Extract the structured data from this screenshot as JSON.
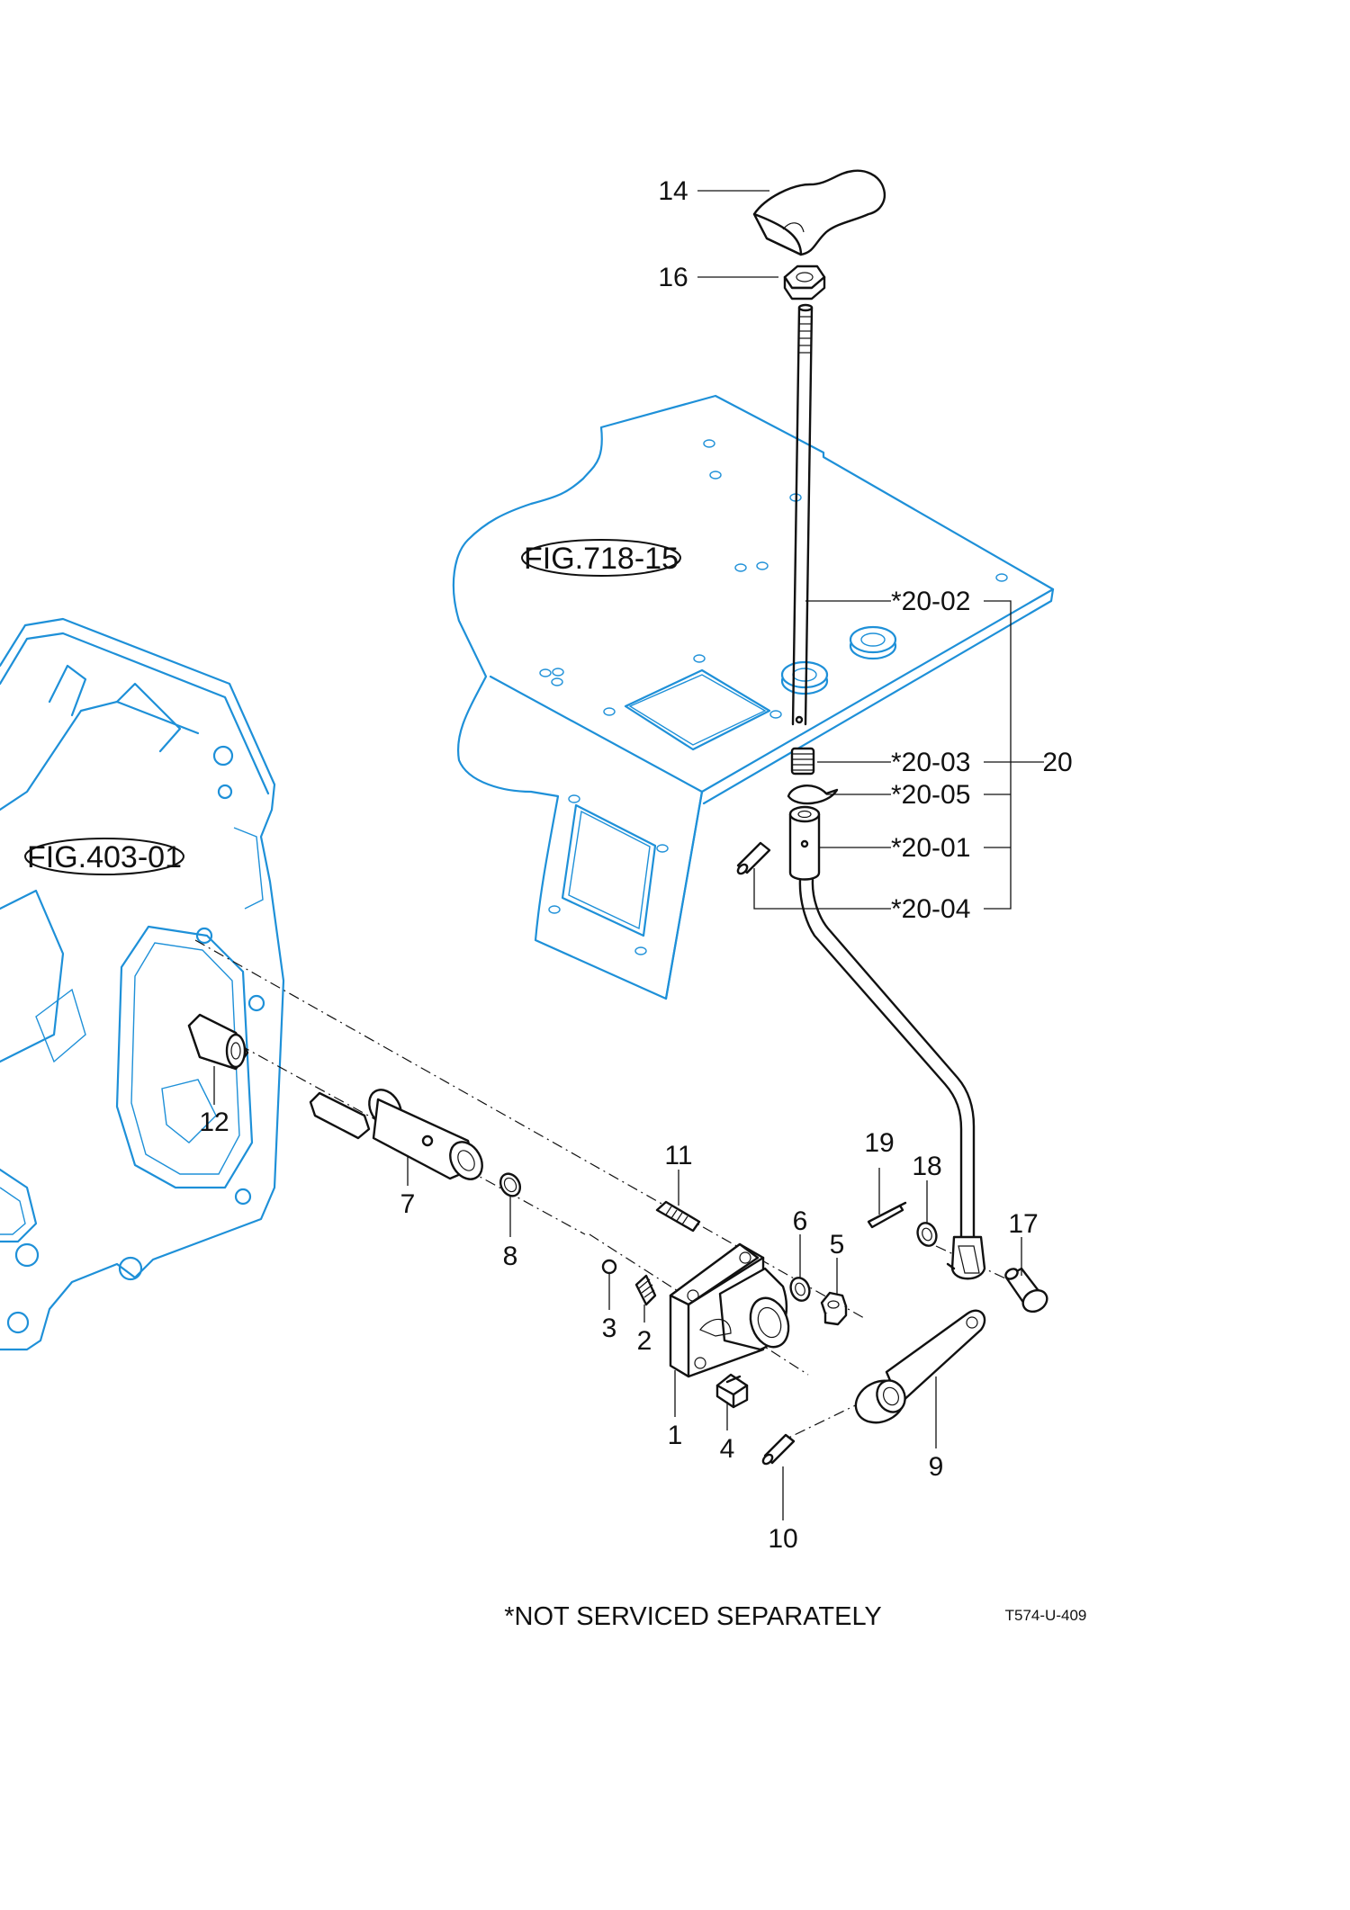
{
  "figure_refs": {
    "fig_718": "FIG.718-15",
    "fig_403": "FIG.403-01"
  },
  "parts": {
    "p1": "1",
    "p2": "2",
    "p3": "3",
    "p4": "4",
    "p5": "5",
    "p6": "6",
    "p7": "7",
    "p8": "8",
    "p9": "9",
    "p10": "10",
    "p11": "11",
    "p12": "12",
    "p14": "14",
    "p16": "16",
    "p17": "17",
    "p18": "18",
    "p19": "19",
    "p20": "20",
    "p20_01": "*20-01",
    "p20_02": "*20-02",
    "p20_03": "*20-03",
    "p20_04": "*20-04",
    "p20_05": "*20-05"
  },
  "notes": {
    "not_serviced": "*NOT SERVICED SEPARATELY",
    "drawing_code": "T574-U-409"
  },
  "colors": {
    "reference_outline": "#1e90d8",
    "part_outline": "#111111"
  }
}
